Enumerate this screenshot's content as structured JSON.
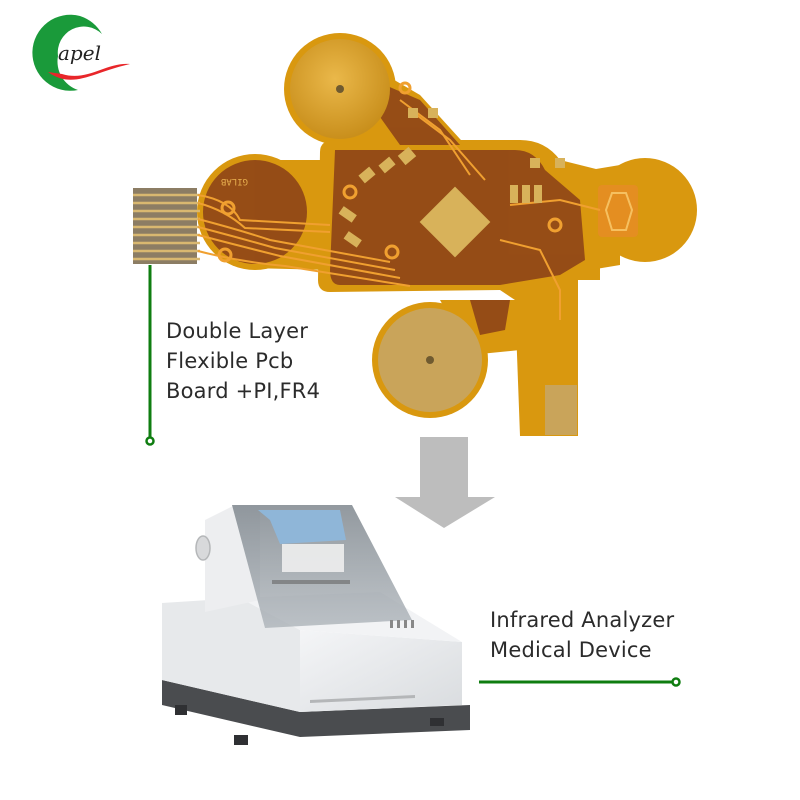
{
  "logo": {
    "brand_text": "apel",
    "initial_arc_color": "#1a9a3a",
    "swoosh_color": "#e8262a"
  },
  "pcb_callout": {
    "lines": [
      "Double Layer",
      "Flexible Pcb",
      "Board +PI,FR4"
    ],
    "pointer_color": "#0f7d10"
  },
  "device_callout": {
    "lines": [
      "Infrared Analyzer",
      "Medical Device"
    ],
    "pointer_color": "#0f7d10"
  },
  "pcb_silkscreen": "GILAB",
  "arrow": {
    "direction": "down",
    "color": "#bdbdbd"
  },
  "colors": {
    "polyimide": "#d9980f",
    "copper_dark": "#8a3f18",
    "trace": "#f0a030",
    "gold_pad": "#d8b25a",
    "device_body": "#eceef0",
    "device_base": "#4a4c4f",
    "window_tint": "#9aa3ab",
    "window_blue": "#8fb6d8"
  }
}
